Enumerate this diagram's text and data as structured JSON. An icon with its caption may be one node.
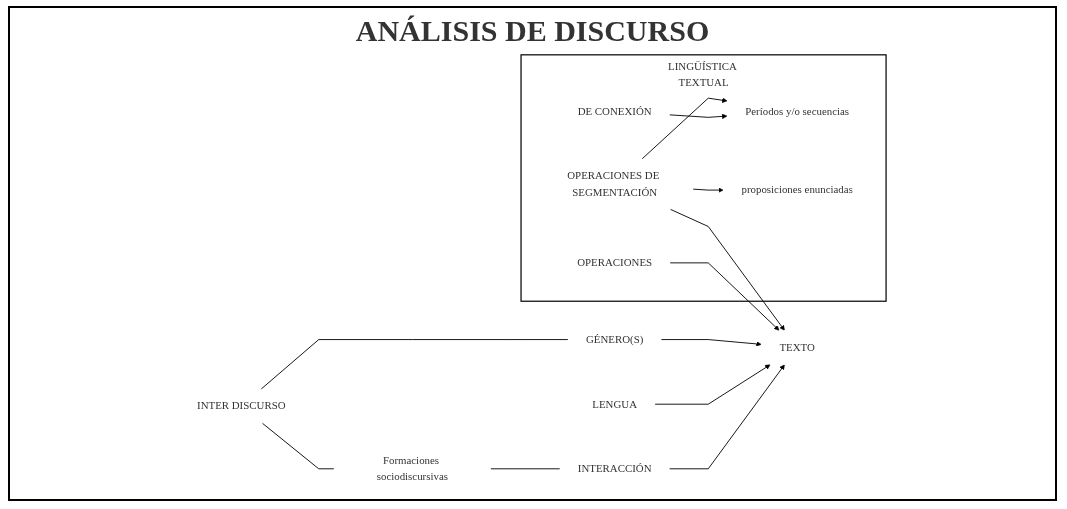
{
  "diagram": {
    "title": "ANÁLISIS DE DISCURSO",
    "nodes": [
      {
        "text": [
          "GÉNERO(S)"
        ]
      },
      {
        "text": [
          "INTER DISCURSO"
        ]
      },
      {
        "text": [
          "LENGUA"
        ]
      },
      {
        "text": [
          "TEXTO"
        ]
      },
      {
        "text": [
          "INTERACCIÓN"
        ]
      },
      {
        "text": [
          "Formaciones sociodiscursivas"
        ]
      },
      {
        "text": [
          "LINGÜÍSTICA TEXTUAL"
        ]
      },
      {
        "text": [
          "OPERACIONES DE SEGMENTACIÓN"
        ],
        "in": 6
      },
      {
        "text": [
          "Períodos y/o secuencias"
        ],
        "in": 6
      },
      {
        "text": [
          "proposiciones enunciadas"
        ],
        "in": 6
      },
      {
        "text": [
          "OPERACIONES"
        ],
        "in": 6
      },
      {
        "text": [
          "DE CONEXIÓN"
        ],
        "in": 6
      }
    ],
    "edges": [
      {
        "from": 1,
        "to": 0,
        "arrow": "none"
      },
      {
        "from": 1,
        "to": 5,
        "arrow": "none"
      },
      {
        "from": 5,
        "to": 4,
        "arrow": "none"
      },
      {
        "from": 0,
        "to": 3,
        "arrow": "to"
      },
      {
        "from": 2,
        "to": 3,
        "arrow": "to"
      },
      {
        "from": 4,
        "to": 3,
        "arrow": "to"
      },
      {
        "from": 7,
        "to": 3,
        "arrow": "to"
      },
      {
        "from": 7,
        "to": 8,
        "arrow": "to"
      },
      {
        "from": 7,
        "to": 9,
        "arrow": "to"
      },
      {
        "from": 10,
        "to": 3,
        "arrow": "to"
      },
      {
        "from": 11,
        "to": 8,
        "arrow": "to"
      }
    ]
  }
}
